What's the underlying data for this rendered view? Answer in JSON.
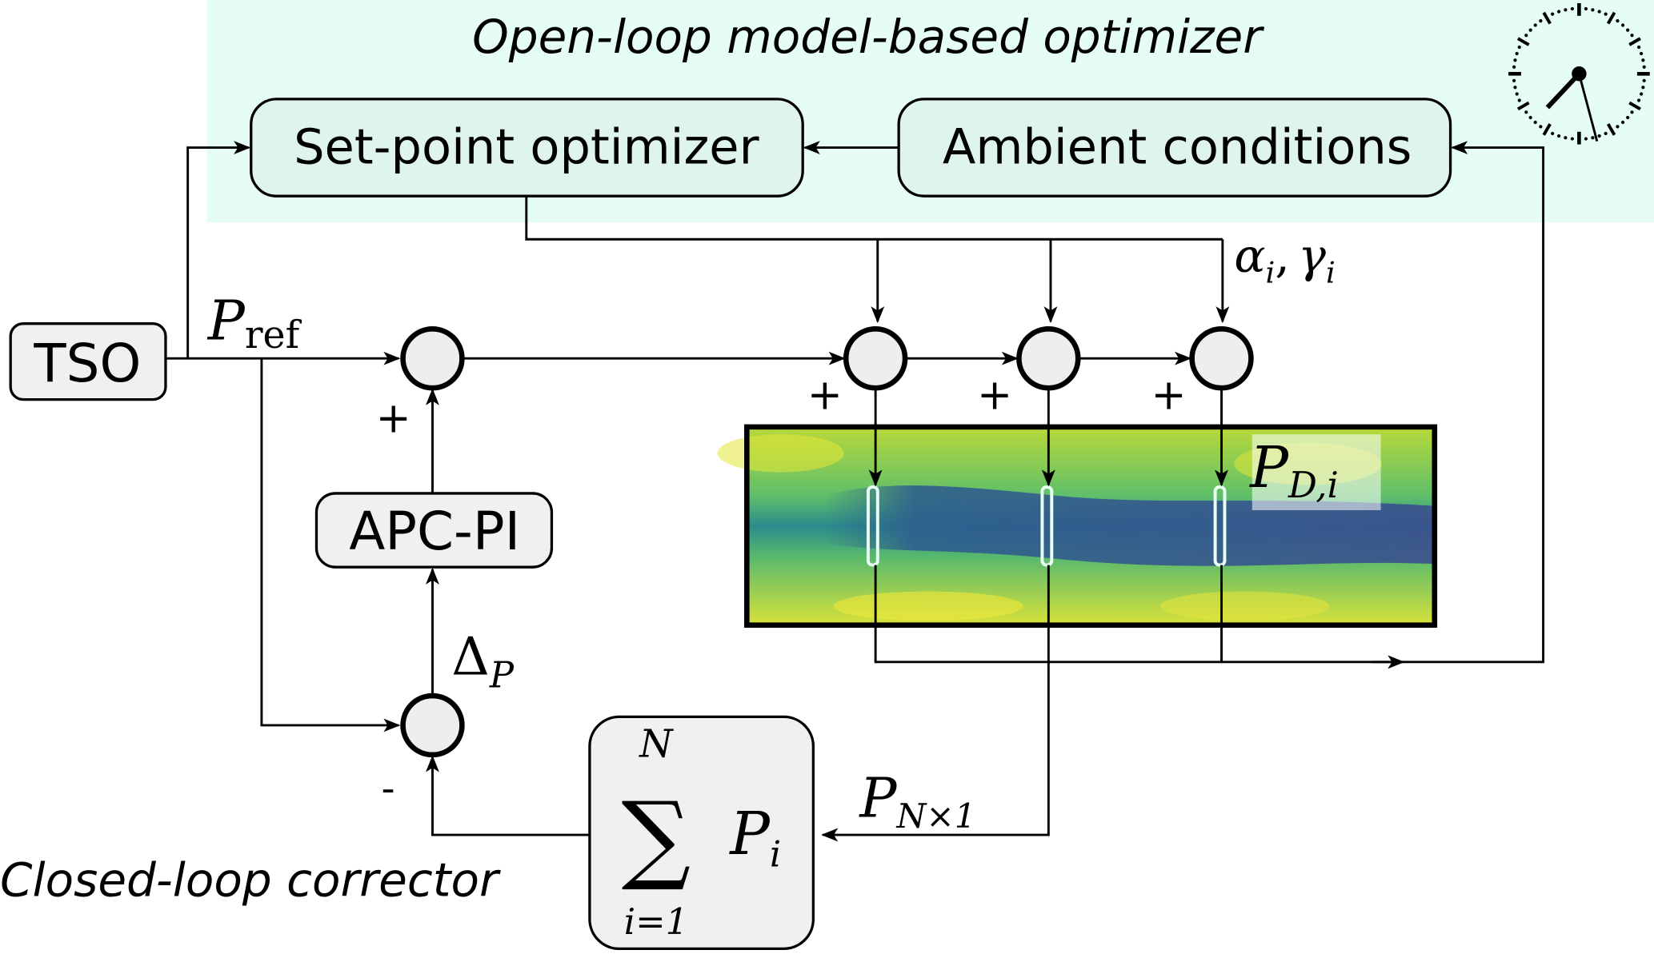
{
  "regions": {
    "open_loop_title": "Open-loop model-based optimizer",
    "closed_loop_title": "Closed-loop corrector"
  },
  "blocks": {
    "setpoint_optimizer": "Set-point optimizer",
    "ambient_conditions": "Ambient conditions",
    "tso": "TSO",
    "apc_pi": "APC-PI"
  },
  "signals": {
    "p_ref_base": "P",
    "p_ref_sub": "ref",
    "alpha_gamma": {
      "a": "α",
      "a_sub": "i",
      "sep": ",",
      "g": "γ",
      "g_sub": "i"
    },
    "p_d_i": {
      "base": "P",
      "sub": "D,i"
    },
    "delta_p": {
      "base": "Δ",
      "sub": "P"
    },
    "p_nx1": {
      "base": "P",
      "sub": "N×1"
    },
    "sum_block": {
      "upper": "N",
      "sigma": "∑",
      "lower": "i=1",
      "term": "P",
      "term_sub": "i"
    }
  },
  "signs": {
    "plus": "+",
    "minus": "-"
  },
  "colors": {
    "open_loop_bg": "#e6fcf6",
    "block_fill_open": "#dff4ee",
    "block_fill_closed": "#f0f0f0",
    "sum_fill": "#eeeeee"
  },
  "icons": {
    "clock": "clock-icon"
  }
}
